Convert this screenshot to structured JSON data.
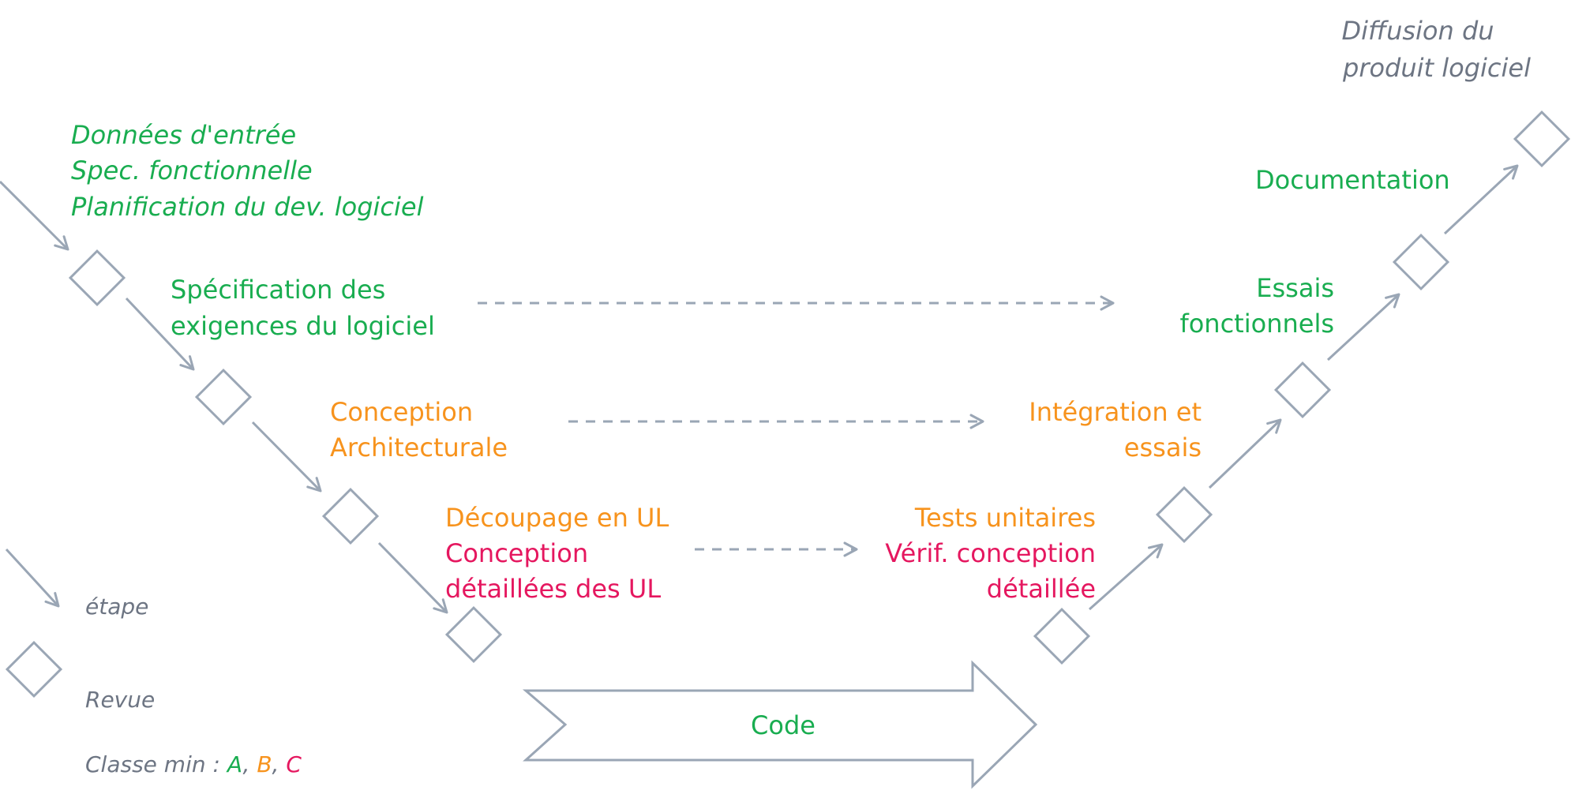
{
  "colors": {
    "green": "#19ad50",
    "orange": "#f7931d",
    "magenta": "#e5175f",
    "grey_text": "#6d7583",
    "shape_stroke": "#9aa6b5"
  },
  "inputs": {
    "line1": "Données d'entrée",
    "line2": "Spec. fonctionnelle",
    "line3": "Planification du dev. logiciel"
  },
  "output": {
    "line1": "Diffusion du",
    "line2": "produit logiciel"
  },
  "left_branch": {
    "spec": {
      "line1": "Spécification des",
      "line2": "exigences du logiciel"
    },
    "archi": {
      "line1": "Conception",
      "line2": "Architecturale"
    },
    "detail": {
      "line1": "Découpage en UL",
      "line2": "Conception",
      "line3": "détaillées des UL"
    }
  },
  "right_branch": {
    "documentation": "Documentation",
    "functional": {
      "line1": "Essais",
      "line2": "fonctionnels"
    },
    "integration": {
      "line1": "Intégration et",
      "line2": "essais"
    },
    "unit": {
      "line1": "Tests unitaires",
      "line2": "Vérif. conception",
      "line3": "détaillée"
    }
  },
  "code_label": "Code",
  "legend": {
    "step": "étape",
    "review": "Revue",
    "class_prefix": "Classe min : ",
    "class_a": "A",
    "sep1": ", ",
    "class_b": "B",
    "sep2": ", ",
    "class_c": "C"
  }
}
